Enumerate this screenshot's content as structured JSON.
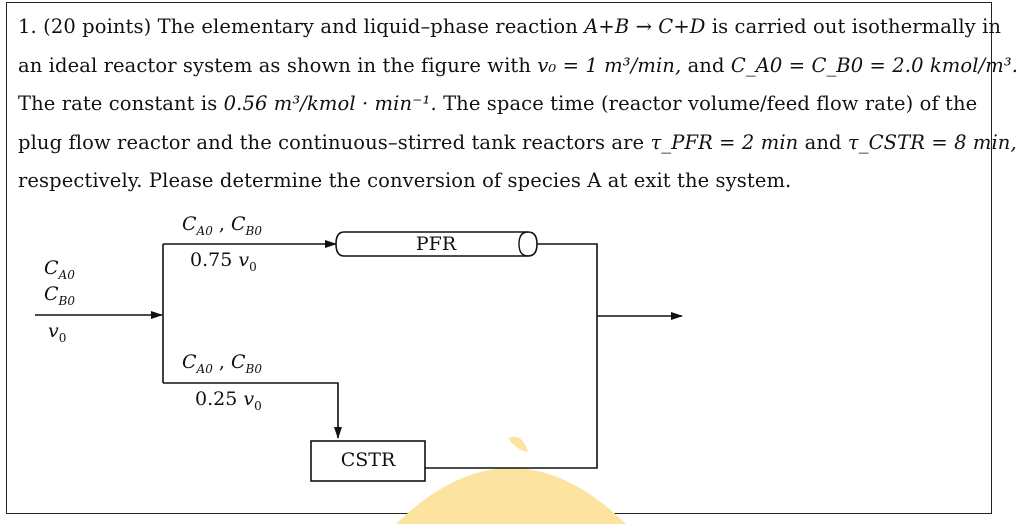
{
  "problem": {
    "number": "1.",
    "points": "(20 points)",
    "line1_a": "The elementary and liquid–phase reaction",
    "reaction": "A+B → C+D",
    "line1_b": "is carried out isothermally in",
    "line2_a": "an ideal reactor system as shown in the figure with",
    "v0_eq": "v₀ = 1 m³/min,",
    "line2_b": "and",
    "conc_eq": "C_A0 = C_B0 = 2.0 kmol/m³.",
    "line3_a": "The rate constant is",
    "k_value": "0.56 m³/kmol · min⁻¹.",
    "line3_b": "The space time (reactor volume/feed flow rate) of the",
    "line4_a": "plug flow reactor and the continuous–stirred tank reactors are",
    "tau_pfr": "τ_PFR = 2 min",
    "line4_b": "and",
    "tau_cstr": "τ_CSTR = 8 min,",
    "line5": "respectively. Please determine the conversion of species A at exit the system."
  },
  "diagram": {
    "inlet_labels": [
      "C_A0",
      "C_B0",
      "v_0"
    ],
    "upper_branch": {
      "conc": "C_A0 , C_B0",
      "flow": "0.75 v_0"
    },
    "lower_branch": {
      "conc": "C_A0 , C_B0",
      "flow": "0.25 v_0"
    },
    "pfr_label": "PFR",
    "cstr_label": "CSTR"
  },
  "colors": {
    "watermark": "#fde3a0",
    "lines": "#111111"
  }
}
